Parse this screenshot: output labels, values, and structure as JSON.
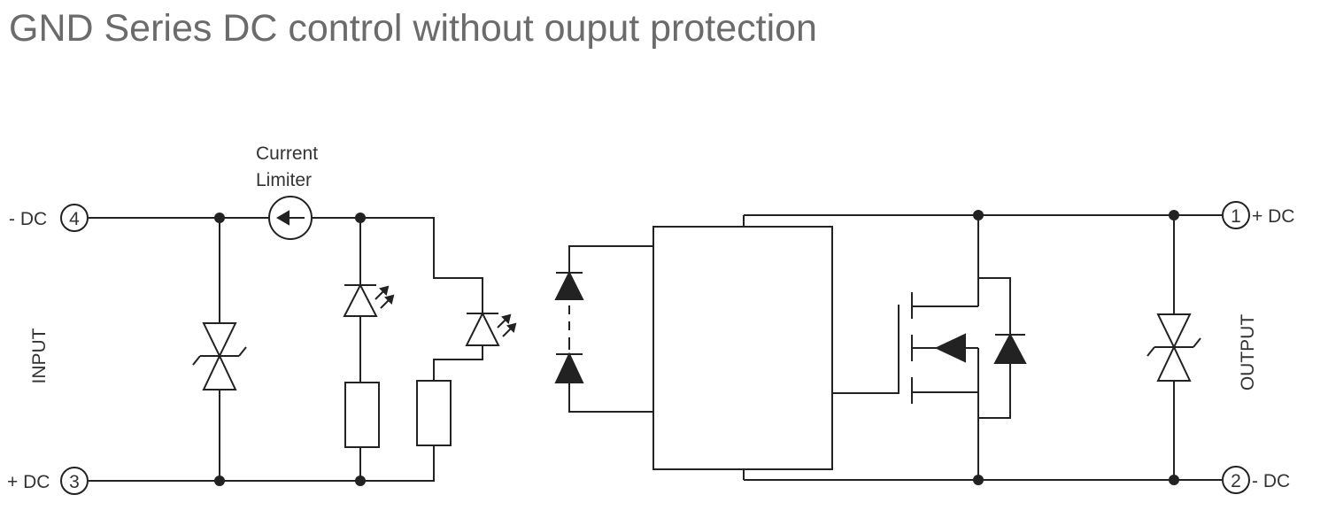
{
  "diagram": {
    "title": "GND Series DC control without ouput protection",
    "current_limiter_label_line1": "Current",
    "current_limiter_label_line2": "Limiter",
    "input_label": "INPUT",
    "output_label": "OUTPUT",
    "terminals": {
      "t4": {
        "number": "4",
        "label": "- DC"
      },
      "t3": {
        "number": "3",
        "label": "+ DC"
      },
      "t1": {
        "number": "1",
        "label": "+ DC"
      },
      "t2": {
        "number": "2",
        "label": "- DC"
      }
    }
  }
}
